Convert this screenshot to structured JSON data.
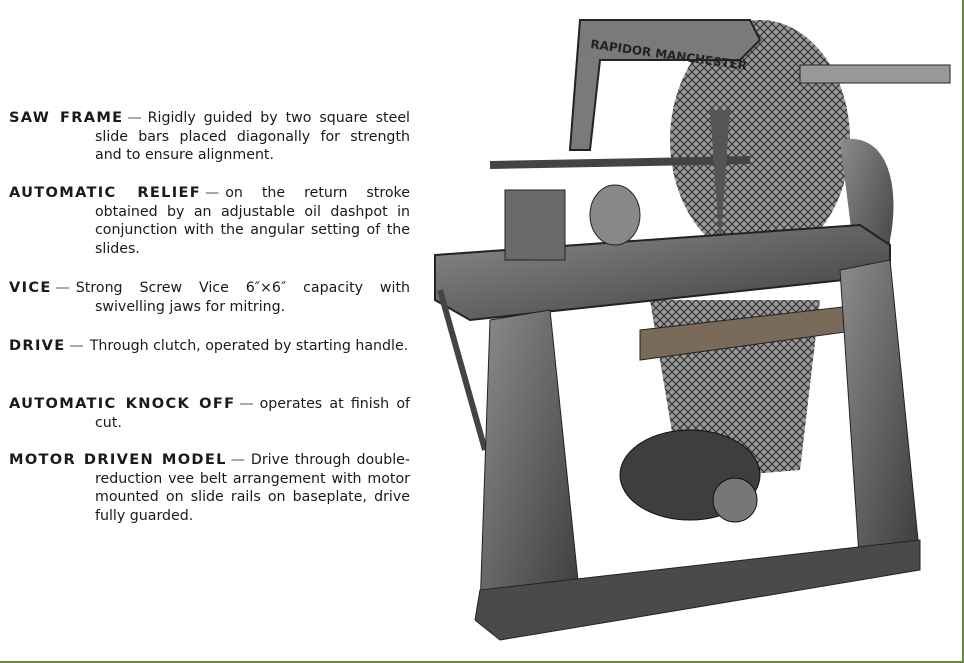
{
  "features": [
    {
      "term": "SAW FRAME",
      "text": "Rigidly guided by two square steel slide bars placed diagonally for strength and to ensure alignment."
    },
    {
      "term": "AUTOMATIC RELIEF",
      "text": "on the return stroke obtained by an adjustable oil dashpot in conjunction with the angular setting of the slides."
    },
    {
      "term": "VICE",
      "text": "Strong Screw Vice 6″×6″ capacity with swivelling jaws for mitring."
    },
    {
      "term": "DRIVE",
      "text": "Through clutch, operated by starting handle."
    },
    {
      "term": "AUTOMATIC KNOCK OFF",
      "text": "operates at finish of cut."
    },
    {
      "term": "MOTOR DRIVEN MODEL",
      "text": "Drive through double-reduction vee belt arrangement with motor mounted on slide rails on baseplate, drive fully guarded."
    }
  ],
  "dash": "—",
  "machine": {
    "frame_lettering": "RAPIDOR MANCHESTER"
  }
}
